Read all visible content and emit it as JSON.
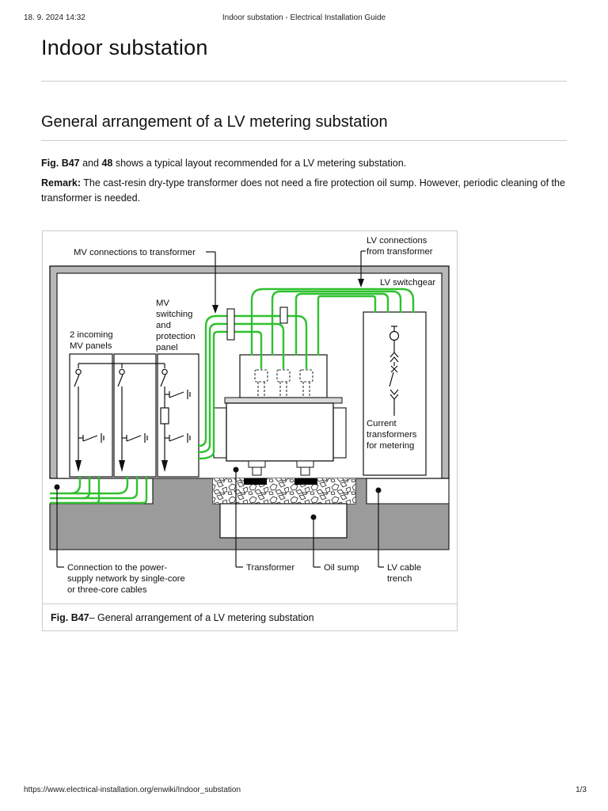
{
  "page": {
    "header": {
      "date": "18. 9. 2024 14:32",
      "doc_title": "Indoor substation - Electrical Installation Guide"
    },
    "title": "Indoor substation",
    "section_heading": "General arrangement of a LV metering substation",
    "intro": {
      "fig_ref_bold": "Fig. B47",
      "and_text": " and ",
      "fig_num_bold": "48",
      "rest": " shows a typical layout recommended for a LV metering substation."
    },
    "remark": {
      "label": "Remark:",
      "text": " The cast-resin dry-type transformer does not need a fire protection oil sump. However, periodic cleaning of the transformer is needed."
    },
    "footer": {
      "url": "https://www.electrical-installation.org/enwiki/Indoor_substation",
      "page_indicator": "1/3"
    }
  },
  "figure": {
    "caption": {
      "fig_bold": "Fig. B47",
      "text": " – General arrangement of a LV metering substation"
    },
    "colors": {
      "cable_green": "#2fc12f",
      "wall_gray": "#b8b8b8",
      "ground_gray": "#9b9b9b",
      "flange_gray": "#d9d9d9",
      "pad_black": "#000000"
    },
    "labels": {
      "mv_connections": "MV connections to transformer",
      "lv_connections": [
        "LV connections",
        "from transformer"
      ],
      "lv_switchgear": "LV switchgear",
      "mv_switching_panel": [
        "MV",
        "switching",
        "and",
        "protection",
        "panel"
      ],
      "incoming_panels": [
        "2 incoming",
        "MV panels"
      ],
      "current_transformers": [
        "Current",
        "transformers",
        "for metering"
      ],
      "connection_network": [
        "Connection to the power-",
        "supply network by single-core",
        "or three-core cables"
      ],
      "transformer": "Transformer",
      "oil_sump": "Oil sump",
      "lv_cable_trench": [
        "LV cable",
        "trench"
      ]
    }
  }
}
